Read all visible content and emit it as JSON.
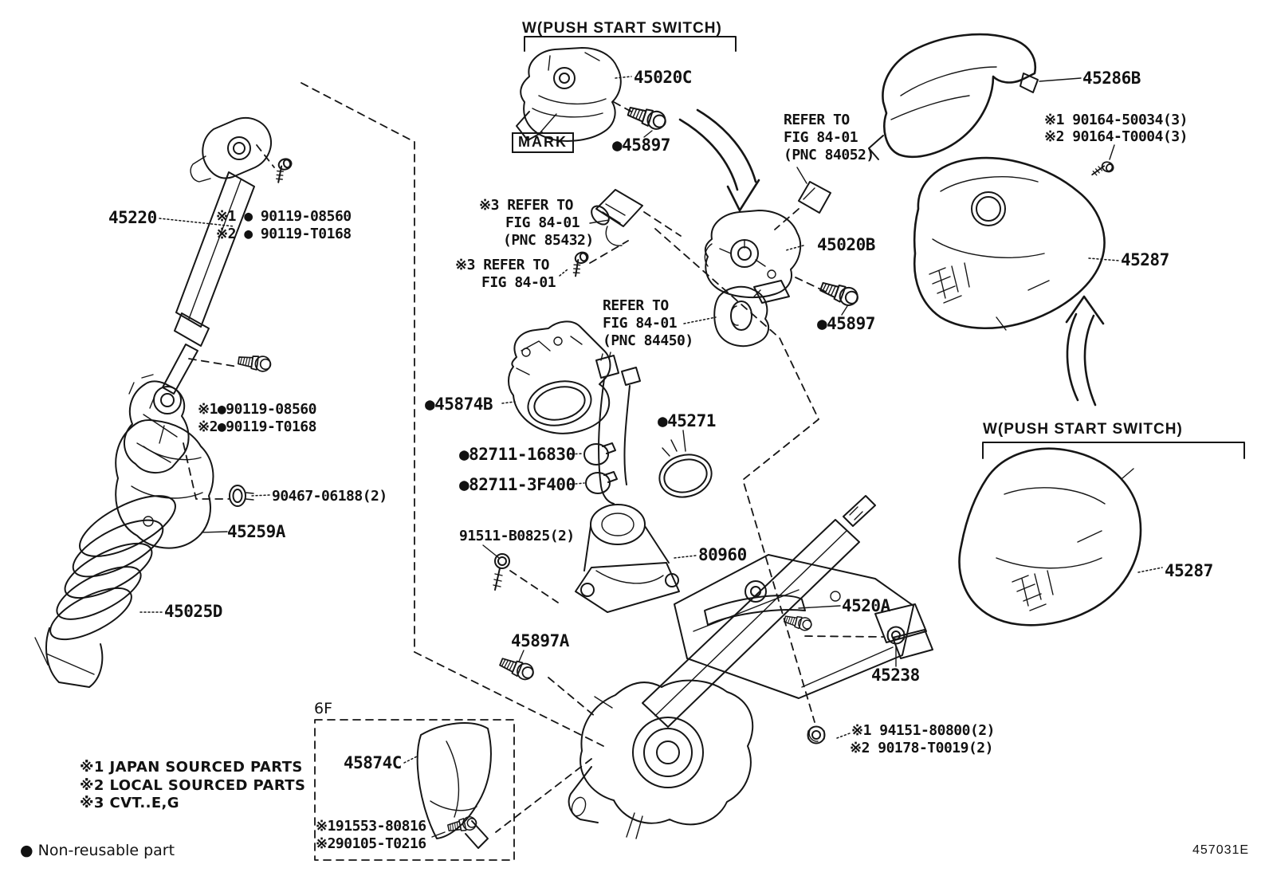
{
  "figure_code": "457031E",
  "headers": {
    "top": "W(PUSH START SWITCH)",
    "right": "W(PUSH START SWITCH)"
  },
  "tags": {
    "mark": "MARK",
    "box_6f": "6F"
  },
  "parts": {
    "p45220": "45220",
    "p45020C": "45020C",
    "p45020B": "45020B",
    "p45286B": "45286B",
    "p45287_upper": "45287",
    "p45287_lower": "45287",
    "p45897_top": "●45897",
    "p45897_mid": "●45897",
    "p45897A": "45897A",
    "p45874B": "●45874B",
    "p45874C": "45874C",
    "p45271": "●45271",
    "p82711_16830": "●82711-16830",
    "p82711_3F400": "●82711-3F400",
    "p80960": "80960",
    "p4520A": "4520A",
    "p45238": "45238",
    "p45259A": "45259A",
    "p45025D": "45025D"
  },
  "notes": {
    "n90119_top1": "※1 ● 90119-08560",
    "n90119_top2": "※2 ● 90119-T0168",
    "n90119_mid1": "※1●90119-08560",
    "n90119_mid2": "※2●90119-T0168",
    "n90164_1": "※1 90164-50034(3)",
    "n90164_2": "※2 90164-T0004(3)",
    "n90467": "90467-06188(2)",
    "n91511": "91511-B0825(2)",
    "n94151_1": "※1 94151-80800(2)",
    "n94151_2": "※2 90178-T0019(2)",
    "n191553_1": "※191553-80816",
    "n191553_2": "※290105-T0216"
  },
  "refers": {
    "r84052_1": "REFER TO",
    "r84052_2": "FIG 84-01",
    "r84052_3": "(PNC 84052)",
    "r85432_1": "※3 REFER TO",
    "r85432_2": "FIG 84-01",
    "r85432_3": "(PNC 85432)",
    "r8401_1": "※3 REFER TO",
    "r8401_2": "FIG 84-01",
    "r84450_1": "REFER TO",
    "r84450_2": "FIG 84-01",
    "r84450_3": "(PNC 84450)"
  },
  "legend": {
    "note1": "※1 JAPAN SOURCED PARTS",
    "note2": "※2 LOCAL SOURCED PARTS",
    "note3": "※3 CVT..E,G",
    "non_reusable": "● Non-reusable part"
  }
}
